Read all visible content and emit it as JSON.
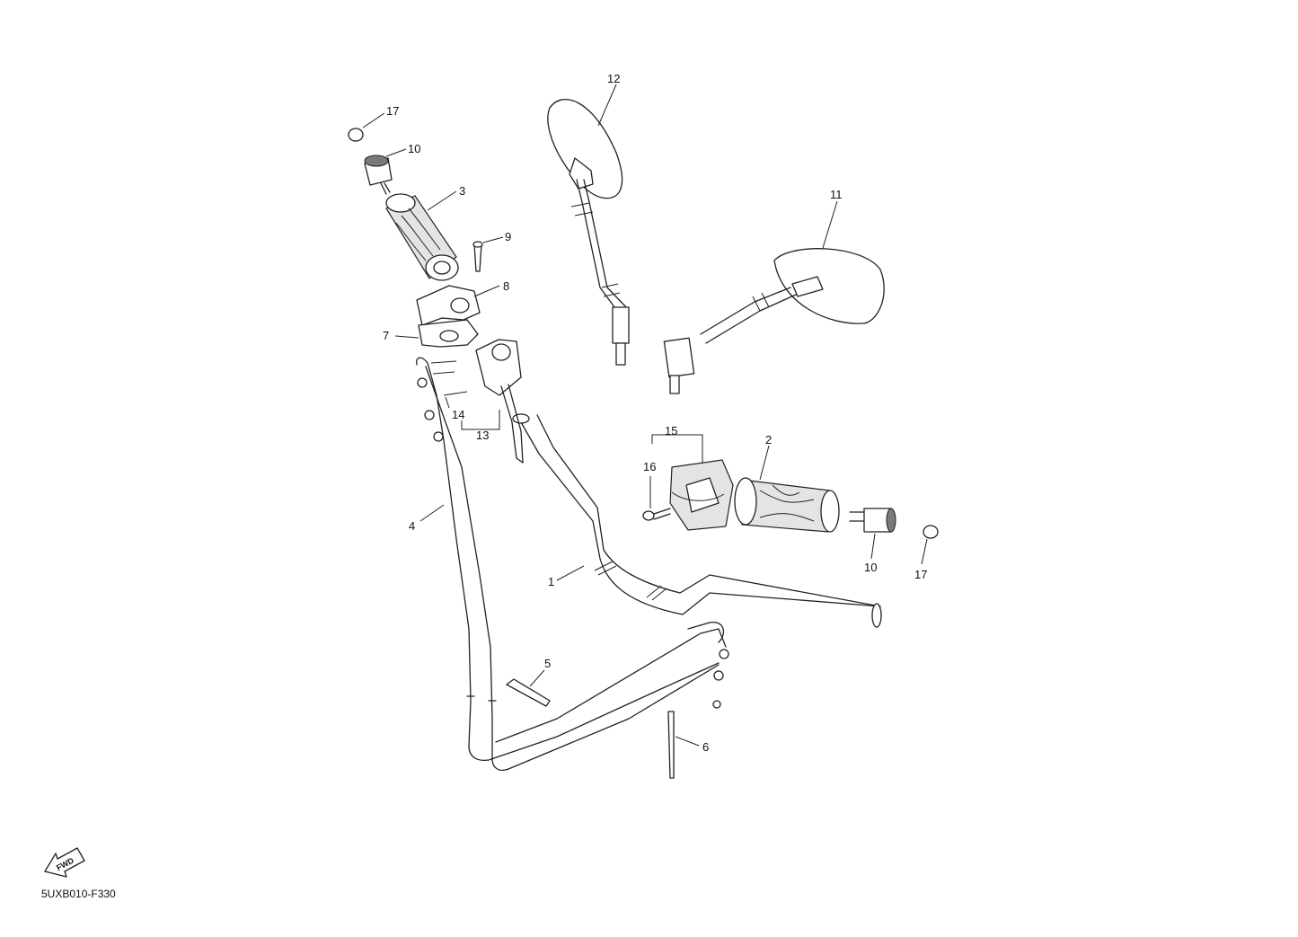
{
  "diagram_code": "5UXB010-F330",
  "fwd_label": "FWD",
  "callouts": [
    "1",
    "2",
    "3",
    "4",
    "5",
    "6",
    "7",
    "8",
    "9",
    "10",
    "10",
    "11",
    "12",
    "13",
    "14",
    "15",
    "16",
    "17",
    "17"
  ]
}
